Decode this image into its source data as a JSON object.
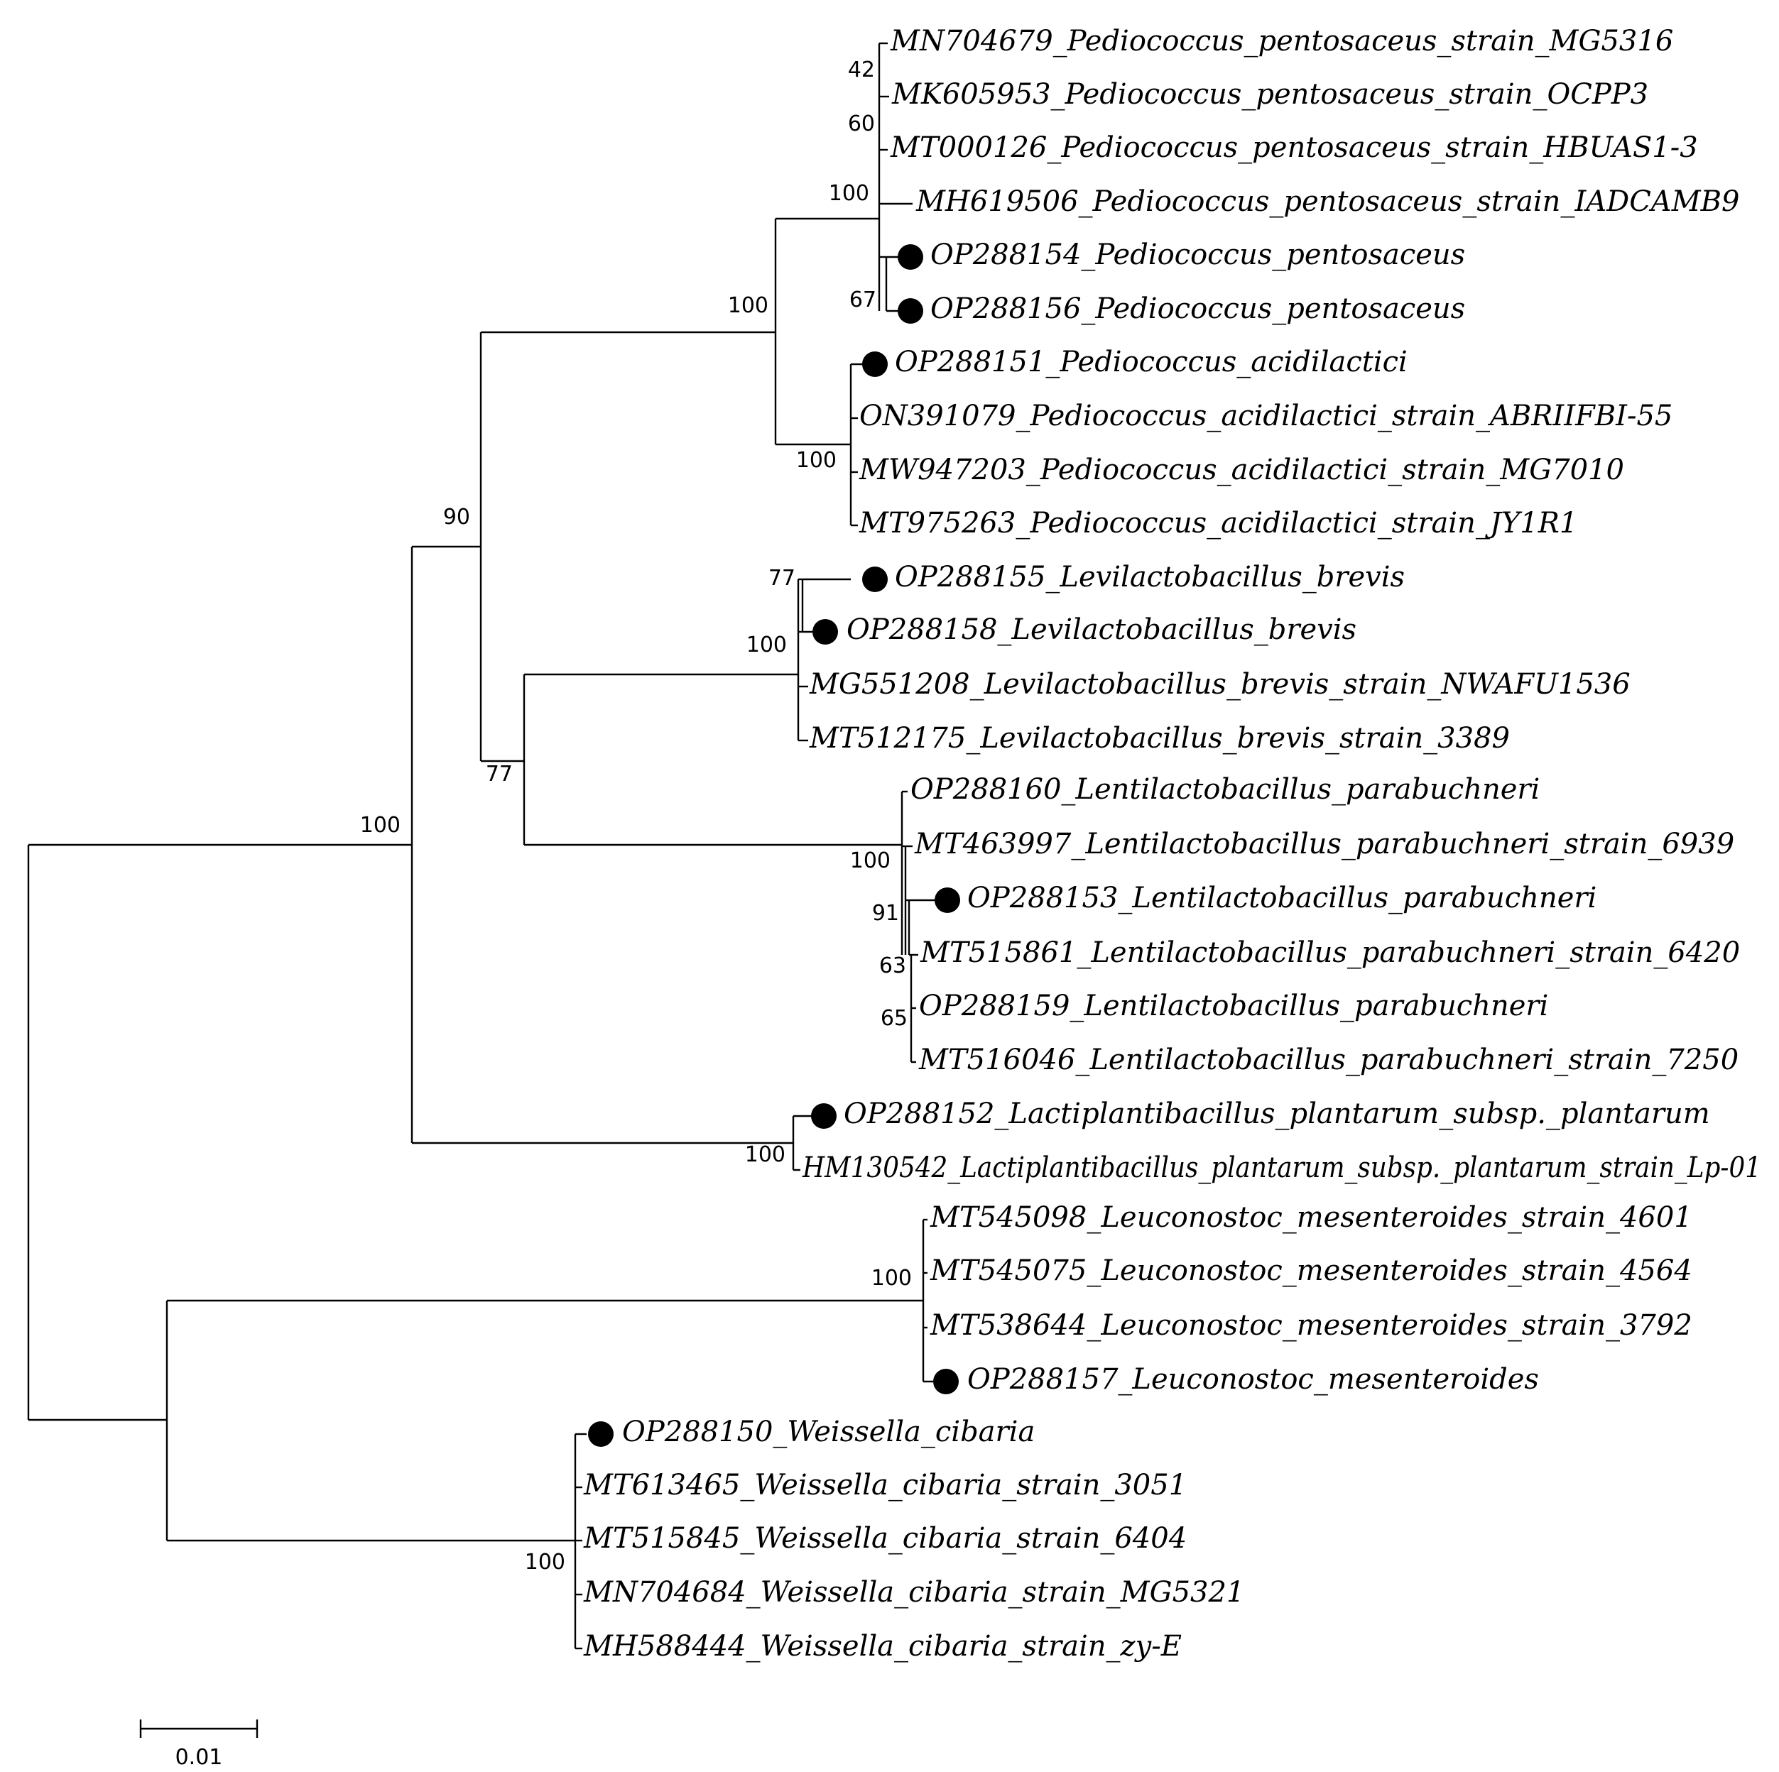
{
  "tree": {
    "tips": [
      {
        "label": "MN704679_Pediococcus_pentosaceus_strain_MG5316",
        "marked": false
      },
      {
        "label": "MK605953_Pediococcus_pentosaceus_strain_OCPP3",
        "marked": false
      },
      {
        "label": "MT000126_Pediococcus_pentosaceus_strain_HBUAS1-3",
        "marked": false
      },
      {
        "label": "MH619506_Pediococcus_pentosaceus_strain_IADCAMB9",
        "marked": false
      },
      {
        "label": "OP288154_Pediococcus_pentosaceus",
        "marked": true
      },
      {
        "label": "OP288156_Pediococcus_pentosaceus",
        "marked": true
      },
      {
        "label": "OP288151_Pediococcus_acidilactici",
        "marked": true
      },
      {
        "label": "ON391079_Pediococcus_acidilactici_strain_ABRIIFBI-55",
        "marked": false
      },
      {
        "label": "MW947203_Pediococcus_acidilactici_strain_MG7010",
        "marked": false
      },
      {
        "label": "MT975263_Pediococcus_acidilactici_strain_JY1R1",
        "marked": false
      },
      {
        "label": "OP288155_Levilactobacillus_brevis",
        "marked": true
      },
      {
        "label": "OP288158_Levilactobacillus_brevis",
        "marked": true
      },
      {
        "label": "MG551208_Levilactobacillus_brevis_strain_NWAFU1536",
        "marked": false
      },
      {
        "label": "MT512175_Levilactobacillus_brevis_strain_3389",
        "marked": false
      },
      {
        "label": "OP288160_Lentilactobacillus_parabuchneri",
        "marked": false
      },
      {
        "label": "MT463997_Lentilactobacillus_parabuchneri_strain_6939",
        "marked": false
      },
      {
        "label": "OP288153_Lentilactobacillus_parabuchneri",
        "marked": true
      },
      {
        "label": "MT515861_Lentilactobacillus_parabuchneri_strain_6420",
        "marked": false
      },
      {
        "label": "OP288159_Lentilactobacillus_parabuchneri",
        "marked": false
      },
      {
        "label": "MT516046_Lentilactobacillus_parabuchneri_strain_7250",
        "marked": false
      },
      {
        "label": "OP288152_Lactiplantibacillus_plantarum_subsp._plantarum",
        "marked": true
      },
      {
        "label": "HM130542_Lactiplantibacillus_plantarum_subsp._plantarum_strain_Lp-01",
        "marked": false
      },
      {
        "label": "MT545098_Leuconostoc_mesenteroides_strain_4601",
        "marked": false
      },
      {
        "label": "MT545075_Leuconostoc_mesenteroides_strain_4564",
        "marked": false
      },
      {
        "label": "MT538644_Leuconostoc_mesenteroides_strain_3792",
        "marked": false
      },
      {
        "label": "OP288157_Leuconostoc_mesenteroides",
        "marked": true
      },
      {
        "label": "OP288150_Weissella_cibaria",
        "marked": true
      },
      {
        "label": "MT613465_Weissella_cibaria_strain_3051",
        "marked": false
      },
      {
        "label": "MT515845_Weissella_cibaria_strain_6404",
        "marked": false
      },
      {
        "label": "MN704684_Weissella_cibaria_strain_MG5321",
        "marked": false
      },
      {
        "label": "MH588444_Weissella_cibaria_strain_zy-E",
        "marked": false
      }
    ],
    "bootstrap": [
      "42",
      "60",
      "100",
      "67",
      "100",
      "100",
      "90",
      "77",
      "100",
      "77",
      "100",
      "91",
      "63",
      "65",
      "100",
      "100",
      "100",
      "100"
    ],
    "scale_bar": {
      "label": "0.01"
    },
    "marker_color": "#000000"
  }
}
